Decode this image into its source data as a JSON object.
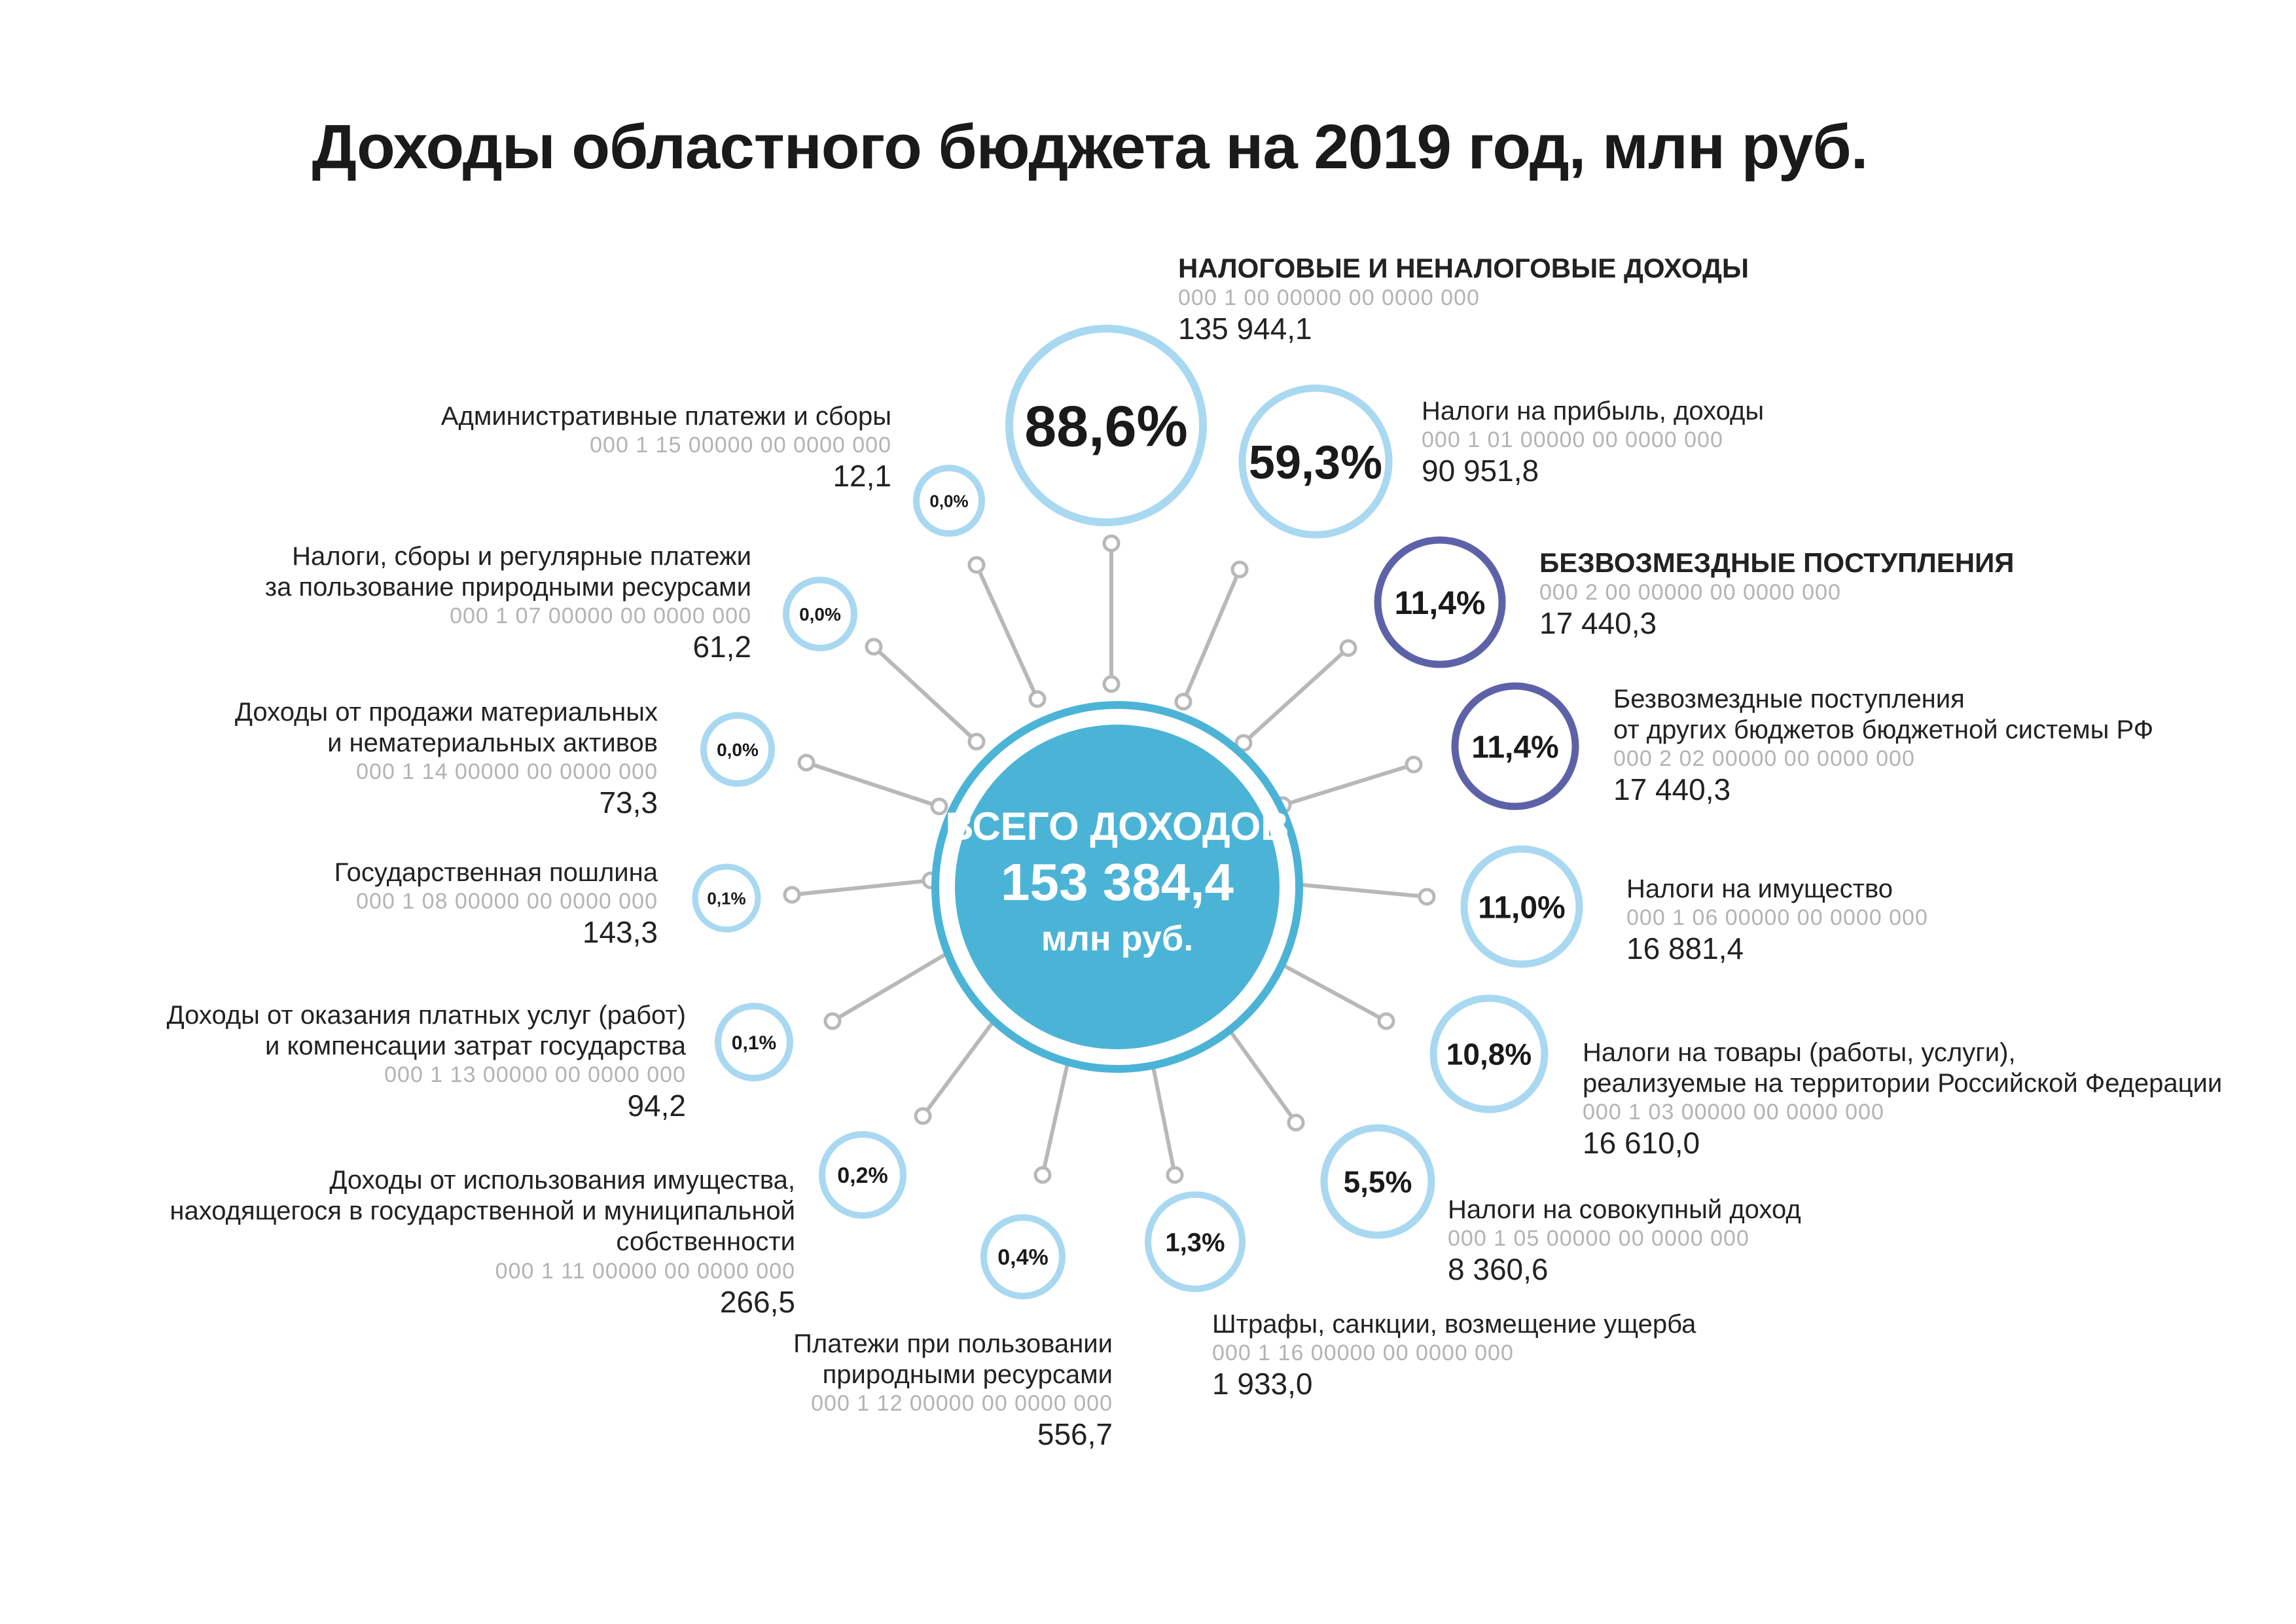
{
  "title": "Доходы областного бюджета на 2019 год, млн руб.",
  "center": {
    "line1": "ВСЕГО ДОХОДОВ",
    "line2": "153 384,4",
    "line3": "млн руб."
  },
  "colors": {
    "center_fill": "#4BB4D6",
    "center_ring": "#4BB4D6",
    "light_ring": "#A9D8F1",
    "dark_ring": "#5D62A8",
    "connector": "#B8B8B8"
  },
  "items": [
    {
      "id": "tax-nontax",
      "pct": "88,6%",
      "name": [
        "НАЛОГОВЫЕ И НЕНАЛОГОВЫЕ ДОХОДЫ"
      ],
      "code": "000 1 00 00000 00 0000 000",
      "value": "135 944,1",
      "header": true,
      "ring": "light"
    },
    {
      "id": "profit-tax",
      "pct": "59,3%",
      "name": [
        "Налоги на прибыль, доходы"
      ],
      "code": "000 1 01 00000 00 0000 000",
      "value": "90 951,8",
      "header": false,
      "ring": "light"
    },
    {
      "id": "gratuitous",
      "pct": "11,4%",
      "name": [
        "БЕЗВОЗМЕЗДНЫЕ ПОСТУПЛЕНИЯ"
      ],
      "code": "000 2 00 00000 00 0000 000",
      "value": "17 440,3",
      "header": true,
      "ring": "dark"
    },
    {
      "id": "gratuitous-other-budgets",
      "pct": "11,4%",
      "name": [
        "Безвозмездные поступления",
        "от других бюджетов бюджетной системы РФ"
      ],
      "code": "000 2 02 00000 00 0000 000",
      "value": "17 440,3",
      "header": false,
      "ring": "dark"
    },
    {
      "id": "property-tax",
      "pct": "11,0%",
      "name": [
        "Налоги на имущество"
      ],
      "code": "000 1 06 00000 00 0000 000",
      "value": "16 881,4",
      "header": false,
      "ring": "light"
    },
    {
      "id": "goods-tax",
      "pct": "10,8%",
      "name": [
        "Налоги на товары (работы, услуги),",
        "реализуемые на территории Российской Федерации"
      ],
      "code": "000 1 03 00000 00 0000 000",
      "value": "16 610,0",
      "header": false,
      "ring": "light"
    },
    {
      "id": "aggregate-income-tax",
      "pct": "5,5%",
      "name": [
        "Налоги на совокупный доход"
      ],
      "code": "000 1 05 00000 00 0000 000",
      "value": "8 360,6",
      "header": false,
      "ring": "light"
    },
    {
      "id": "fines",
      "pct": "1,3%",
      "name": [
        "Штрафы, санкции, возмещение ущерба"
      ],
      "code": "000 1 16 00000 00 0000 000",
      "value": "1 933,0",
      "header": false,
      "ring": "light"
    },
    {
      "id": "natural-resources-payments",
      "pct": "0,4%",
      "name": [
        "Платежи при пользовании",
        "природными ресурсами"
      ],
      "code": "000 1 12 00000 00 0000 000",
      "value": "556,7",
      "header": false,
      "ring": "light"
    },
    {
      "id": "property-use-income",
      "pct": "0,2%",
      "name": [
        "Доходы от использования имущества,",
        "находящегося в государственной и муниципальной собственности"
      ],
      "code": "000 1 11 00000 00 0000 000",
      "value": "266,5",
      "header": false,
      "ring": "light"
    },
    {
      "id": "paid-services",
      "pct": "0,1%",
      "name": [
        "Доходы от оказания платных услуг (работ)",
        "и компенсации затрат государства"
      ],
      "code": "000 1 13 00000 00 0000 000",
      "value": "94,2",
      "header": false,
      "ring": "light"
    },
    {
      "id": "state-duty",
      "pct": "0,1%",
      "name": [
        "Государственная пошлина"
      ],
      "code": "000 1 08 00000 00 0000 000",
      "value": "143,3",
      "header": false,
      "ring": "light"
    },
    {
      "id": "asset-sales",
      "pct": "0,0%",
      "name": [
        "Доходы от продажи материальных",
        "и нематериальных активов"
      ],
      "code": "000 1 14 00000 00 0000 000",
      "value": "73,3",
      "header": false,
      "ring": "light"
    },
    {
      "id": "natural-resources-taxes",
      "pct": "0,0%",
      "name": [
        "Налоги, сборы и регулярные платежи",
        "за пользование природными ресурсами"
      ],
      "code": "000 1 07 00000 00 0000 000",
      "value": "61,2",
      "header": false,
      "ring": "light"
    },
    {
      "id": "admin-payments",
      "pct": "0,0%",
      "name": [
        "Административные платежи и сборы"
      ],
      "code": "000 1 15 00000 00 0000 000",
      "value": "12,1",
      "header": false,
      "ring": "light"
    }
  ]
}
